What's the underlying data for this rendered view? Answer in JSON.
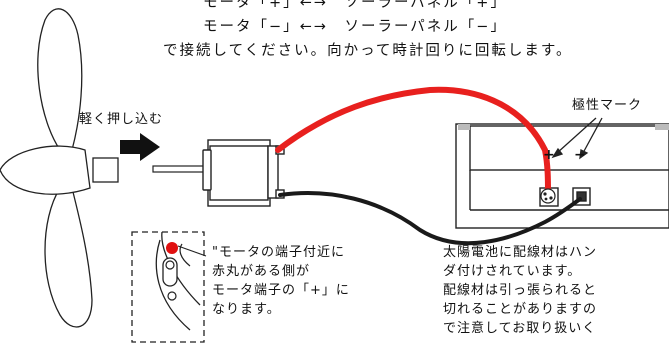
{
  "instructions": {
    "line1": "モータ「+」←→　ソーラーパネル「+」",
    "line2": "モータ「−」←→　ソーラーパネル「−」",
    "line3": "で接続してください。向かって時計回りに回転します。"
  },
  "push_label": "軽く押し込む",
  "polarity_label": "極性マーク",
  "plus_sign": "+",
  "minus_sign": "−",
  "inset_note": {
    "line1": "\"モータの端子付近に",
    "line2": "赤丸がある側が",
    "line3": "モータ端子の「+」に",
    "line4": "なります。"
  },
  "panel_note": {
    "line1": "太陽電池に配線材はハン",
    "line2": "ダ付けされています。",
    "line3": "配線材は引っ張られると",
    "line4": "切れることがありますの",
    "line5": "で注意してお取り扱いく"
  },
  "colors": {
    "positive_wire": "#e8201e",
    "negative_wire": "#1a1a1a",
    "red_dot": "#e01010"
  }
}
